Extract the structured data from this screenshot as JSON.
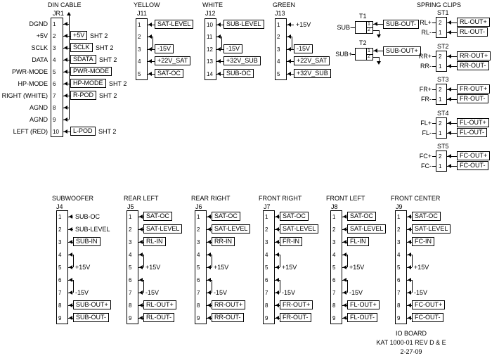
{
  "title_block": {
    "line1": "IO BOARD",
    "line2": "KAT 1000-01 REV D & E",
    "line3": "2-27-09"
  },
  "spring_clips": {
    "title": "SPRING CLIPS",
    "groups": [
      {
        "ref": "ST1",
        "rows": [
          {
            "pin": "2",
            "left": "RL+",
            "out": "RL-OUT+"
          },
          {
            "pin": "1",
            "left": "RL-",
            "out": "RL-OUT-"
          }
        ]
      },
      {
        "ref": "ST2",
        "rows": [
          {
            "pin": "2",
            "left": "RR+",
            "out": "RR-OUT+"
          },
          {
            "pin": "1",
            "left": "RR-",
            "out": "RR-OUT-"
          }
        ]
      },
      {
        "ref": "ST3",
        "rows": [
          {
            "pin": "2",
            "left": "FR+",
            "out": "FR-OUT+"
          },
          {
            "pin": "1",
            "left": "FR-",
            "out": "FR-OUT-"
          }
        ]
      },
      {
        "ref": "ST4",
        "rows": [
          {
            "pin": "2",
            "left": "FL+",
            "out": "FL-OUT+"
          },
          {
            "pin": "1",
            "left": "FL-",
            "out": "FL-OUT-"
          }
        ]
      },
      {
        "ref": "ST5",
        "rows": [
          {
            "pin": "2",
            "left": "FC+",
            "out": "FC-OUT+"
          },
          {
            "pin": "1",
            "left": "FC-",
            "out": "FC-OUT-"
          }
        ]
      }
    ]
  },
  "transformers": [
    {
      "ref": "T1",
      "input": "SUB-",
      "pins": [
        "1",
        "2"
      ],
      "output": "SUB-OUT-"
    },
    {
      "ref": "T2",
      "input": "SUB+",
      "pins": [
        "1",
        "2"
      ],
      "output": "SUB-OUT+"
    }
  ],
  "connectors": {
    "jr1": {
      "title": "DIN CABLE",
      "ref": "JR1",
      "pins": [
        {
          "num": "1",
          "left": "DGND",
          "bus": true
        },
        {
          "num": "2",
          "left": "+5V",
          "label": "+5V",
          "boxed": true,
          "sht": "SHT 2"
        },
        {
          "num": "3",
          "left": "SCLK",
          "label": "SCLK",
          "boxed": true,
          "sht": "SHT 2"
        },
        {
          "num": "4",
          "left": "DATA",
          "label": "SDATA",
          "boxed": true,
          "sht": "SHT 2"
        },
        {
          "num": "5",
          "left": "PWR-MODE",
          "label": "PWR-MODE",
          "boxed": true
        },
        {
          "num": "6",
          "left": "HP-MODE",
          "label": "HP-MODE",
          "boxed": true,
          "sht": "SHT 2"
        },
        {
          "num": "7",
          "left": "RIGHT (WHITE)",
          "label": "R-POD",
          "boxed": true,
          "sht": "SHT 2"
        },
        {
          "num": "8",
          "left": "AGND",
          "bus": true
        },
        {
          "num": "9",
          "left": "AGND",
          "bus": true
        },
        {
          "num": "10",
          "left": "LEFT (RED)",
          "label": "L-POD",
          "boxed": true,
          "sht": "SHT 2"
        }
      ]
    },
    "j11": {
      "title": "YELLOW",
      "ref": "J11",
      "pins": [
        {
          "num": "1",
          "label": "SAT-LEVEL",
          "boxed": true
        },
        {
          "num": "2",
          "join": true
        },
        {
          "num": "3",
          "label": "-15V",
          "boxed": true
        },
        {
          "num": "4",
          "label": "+22V_SAT",
          "boxed": true
        },
        {
          "num": "5",
          "label": "SAT-OC",
          "boxed": true
        }
      ]
    },
    "j12": {
      "title": "WHITE",
      "ref": "J12",
      "pins": [
        {
          "num": "10",
          "label": "SUB-LEVEL",
          "boxed": true
        },
        {
          "num": "11",
          "join": true
        },
        {
          "num": "12",
          "label": "-15V",
          "boxed": true
        },
        {
          "num": "13",
          "label": "+32V_SUB",
          "boxed": true
        },
        {
          "num": "14",
          "label": "SUB-OC",
          "boxed": true
        }
      ]
    },
    "j13": {
      "title": "GREEN",
      "ref": "J13",
      "pins": [
        {
          "num": "1",
          "label": "+15V",
          "boxed": false
        },
        {
          "num": "2",
          "join": true
        },
        {
          "num": "3",
          "label": "-15V",
          "boxed": true
        },
        {
          "num": "4",
          "label": "+22V_SAT",
          "boxed": true
        },
        {
          "num": "5",
          "label": "+32V_SUB",
          "boxed": true
        }
      ]
    },
    "j4": {
      "title": "SUBWOOFER",
      "ref": "J4",
      "pins": [
        {
          "num": "1",
          "label": "SUB-OC",
          "boxed": false
        },
        {
          "num": "2",
          "label": "SUB-LEVEL",
          "boxed": false
        },
        {
          "num": "3",
          "label": "SUB-IN",
          "boxed": true
        },
        {
          "num": "4",
          "join": true
        },
        {
          "num": "5",
          "label": "+15V",
          "boxed": false
        },
        {
          "num": "6",
          "join": true
        },
        {
          "num": "7",
          "label": "-15V",
          "boxed": false
        },
        {
          "num": "8",
          "label": "SUB-OUT+",
          "boxed": true
        },
        {
          "num": "9",
          "label": "SUB-OUT-",
          "boxed": true
        }
      ]
    },
    "j5": {
      "title": "REAR LEFT",
      "ref": "J5",
      "pins": [
        {
          "num": "1",
          "label": "SAT-OC",
          "boxed": true
        },
        {
          "num": "2",
          "label": "SAT-LEVEL",
          "boxed": true
        },
        {
          "num": "3",
          "label": "RL-IN",
          "boxed": true
        },
        {
          "num": "4",
          "join": true
        },
        {
          "num": "5",
          "label": "+15V",
          "boxed": false
        },
        {
          "num": "6",
          "join": true
        },
        {
          "num": "7",
          "label": "-15V",
          "boxed": false
        },
        {
          "num": "8",
          "label": "RL-OUT+",
          "boxed": true
        },
        {
          "num": "9",
          "label": "RL-OUT-",
          "boxed": true
        }
      ]
    },
    "j6": {
      "title": "REAR RIGHT",
      "ref": "J6",
      "pins": [
        {
          "num": "1",
          "label": "SAT-OC",
          "boxed": true
        },
        {
          "num": "2",
          "label": "SAT-LEVEL",
          "boxed": true
        },
        {
          "num": "3",
          "label": "RR-IN",
          "boxed": true
        },
        {
          "num": "4",
          "join": true
        },
        {
          "num": "5",
          "label": "+15V",
          "boxed": false
        },
        {
          "num": "6",
          "join": true
        },
        {
          "num": "7",
          "label": "-15V",
          "boxed": false
        },
        {
          "num": "8",
          "label": "RR-OUT+",
          "boxed": true
        },
        {
          "num": "9",
          "label": "RR-OUT-",
          "boxed": true
        }
      ]
    },
    "j7": {
      "title": "FRONT RIGHT",
      "ref": "J7",
      "pins": [
        {
          "num": "1",
          "label": "SAT-OC",
          "boxed": true
        },
        {
          "num": "2",
          "label": "SAT-LEVEL",
          "boxed": true
        },
        {
          "num": "3",
          "label": "FR-IN",
          "boxed": true
        },
        {
          "num": "4",
          "join": true
        },
        {
          "num": "5",
          "label": "+15V",
          "boxed": false
        },
        {
          "num": "6",
          "join": true
        },
        {
          "num": "7",
          "label": "-15V",
          "boxed": false
        },
        {
          "num": "8",
          "label": "FR-OUT+",
          "boxed": true
        },
        {
          "num": "9",
          "label": "FR-OUT-",
          "boxed": true
        }
      ]
    },
    "j8": {
      "title": "FRONT LEFT",
      "ref": "J8",
      "pins": [
        {
          "num": "1",
          "label": "SAT-OC",
          "boxed": true
        },
        {
          "num": "2",
          "label": "SAT-LEVEL",
          "boxed": true
        },
        {
          "num": "3",
          "label": "FL-IN",
          "boxed": true
        },
        {
          "num": "4",
          "join": true
        },
        {
          "num": "5",
          "label": "+15V",
          "boxed": false
        },
        {
          "num": "6",
          "join": true
        },
        {
          "num": "7",
          "label": "-15V",
          "boxed": false
        },
        {
          "num": "8",
          "label": "FL-OUT+",
          "boxed": true
        },
        {
          "num": "9",
          "label": "FL-OUT-",
          "boxed": true
        }
      ]
    },
    "j9": {
      "title": "FRONT CENTER",
      "ref": "J9",
      "pins": [
        {
          "num": "1",
          "label": "SAT-OC",
          "boxed": true
        },
        {
          "num": "2",
          "label": "SAT-LEVEL",
          "boxed": true
        },
        {
          "num": "3",
          "label": "FC-IN",
          "boxed": true
        },
        {
          "num": "4",
          "join": true
        },
        {
          "num": "5",
          "label": "+15V",
          "boxed": false
        },
        {
          "num": "6",
          "join": true
        },
        {
          "num": "7",
          "label": "-15V",
          "boxed": false
        },
        {
          "num": "8",
          "label": "FC-OUT+",
          "boxed": true
        },
        {
          "num": "9",
          "label": "FC-OUT-",
          "boxed": true
        }
      ]
    }
  }
}
